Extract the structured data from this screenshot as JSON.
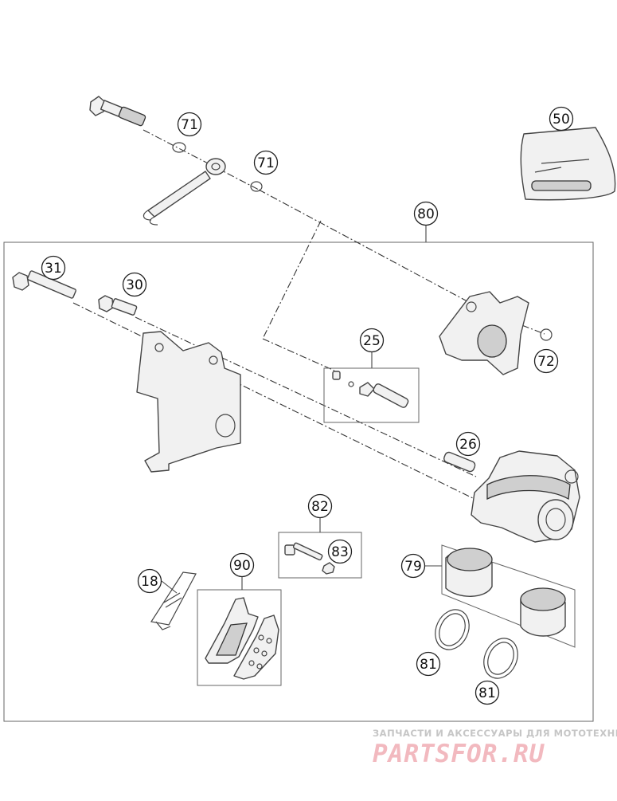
{
  "callouts": {
    "c71a": "71",
    "c71b": "71",
    "c50": "50",
    "c80": "80",
    "c31": "31",
    "c30": "30",
    "c25": "25",
    "c72": "72",
    "c26": "26",
    "c82": "82",
    "c83": "83",
    "c79": "79",
    "c18": "18",
    "c90": "90",
    "c81a": "81",
    "c81b": "81"
  },
  "watermark": {
    "tagline": "ЗАПЧАСТИ И АКСЕССУАРЫ ДЛЯ МОТОТЕХНИКИ",
    "logo": "PARTSFOR.RU"
  }
}
